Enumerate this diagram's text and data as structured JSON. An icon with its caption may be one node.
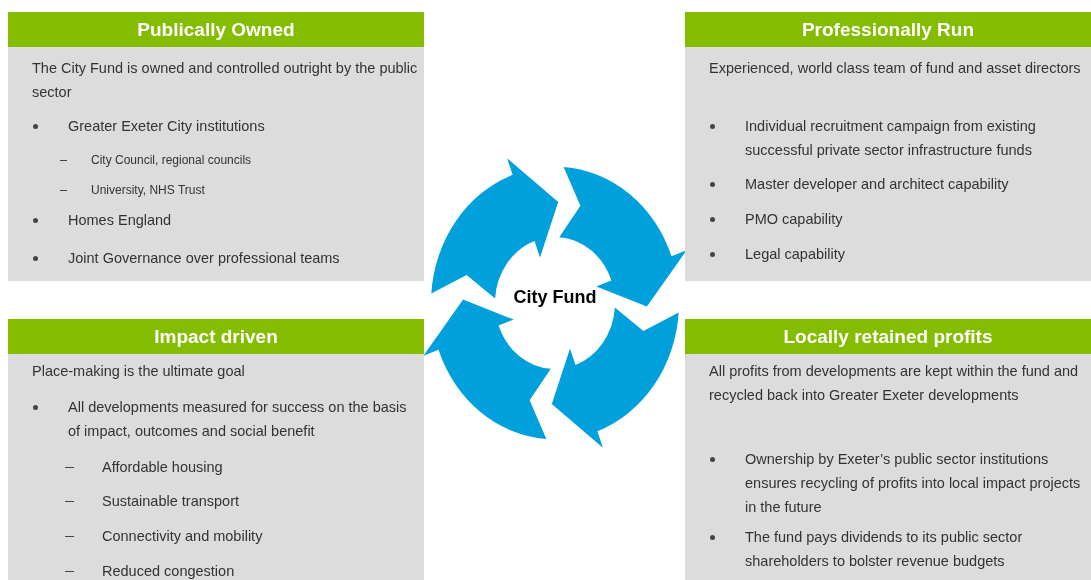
{
  "diagram": {
    "nodes": [
      {
        "text": [
          "Publically Owned",
          "The City Fund is owned and controlled outright by the public sector",
          "Greater Exeter City institutions",
          "City Council, regional councils",
          "University, NHS Trust",
          "Homes England",
          "Joint Governance over professional teams"
        ]
      },
      {
        "text": [
          "Professionally Run",
          "Experienced, world class team of fund and asset directors",
          "Individual recruitment campaign from existing successful private sector infrastructure funds",
          "Master developer and architect capability",
          "PMO capability",
          "Legal capability"
        ]
      },
      {
        "text": [
          "Impact driven",
          "Place-making is the ultimate goal",
          "All developments measured for success on the basis of impact, outcomes and social benefit",
          "Affordable housing",
          "Sustainable transport",
          "Connectivity and mobility",
          "Reduced congestion"
        ]
      },
      {
        "text": [
          "Locally retained profits",
          "All profits from developments are kept within the fund and recycled back into Greater Exeter developments",
          "Ownership by Exeter’s public sector institutions ensures recycling of profits into local impact projects in the future",
          "The fund pays dividends to its public sector shareholders to bolster revenue budgets"
        ]
      },
      {
        "text": [
          "City Fund"
        ]
      }
    ]
  }
}
